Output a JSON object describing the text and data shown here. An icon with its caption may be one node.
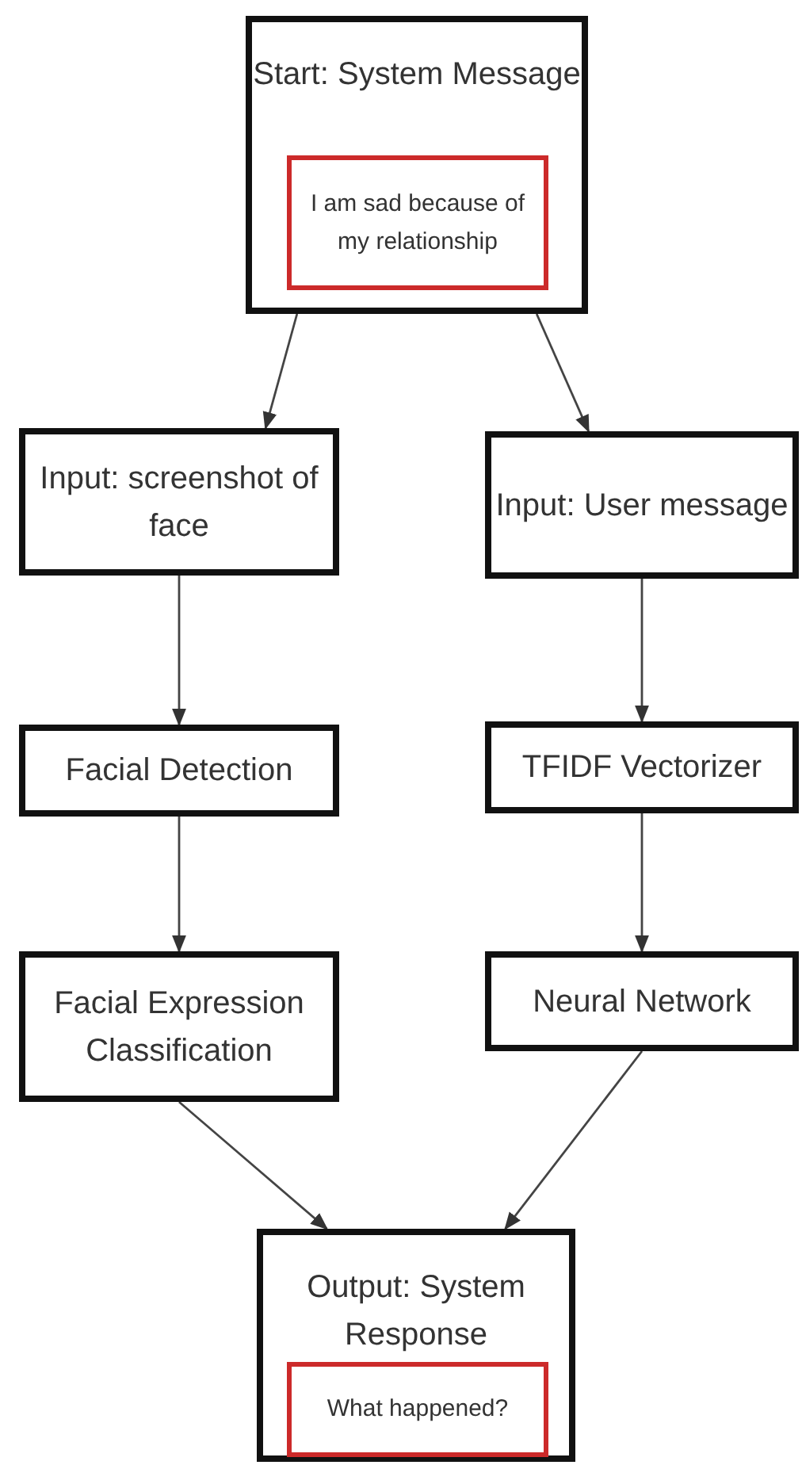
{
  "diagram": {
    "nodes": [
      {
        "text": [
          "Start: System Message"
        ]
      },
      {
        "text": [
          "I am sad because of my relationship"
        ],
        "in": 0
      },
      {
        "text": [
          "Input: screenshot of face"
        ]
      },
      {
        "text": [
          "Input: User message"
        ]
      },
      {
        "text": [
          "Facial Detection"
        ]
      },
      {
        "text": [
          "TFIDF Vectorizer"
        ]
      },
      {
        "text": [
          "Facial Expression Classification"
        ]
      },
      {
        "text": [
          "Neural Network"
        ]
      },
      {
        "text": [
          "Output: System Response"
        ]
      },
      {
        "text": [
          "What happened?"
        ],
        "in": 8
      }
    ],
    "edges": [
      {
        "from": 0,
        "to": 2,
        "arrow": "to"
      },
      {
        "from": 0,
        "to": 3,
        "arrow": "to"
      },
      {
        "from": 2,
        "to": 4,
        "arrow": "to"
      },
      {
        "from": 3,
        "to": 5,
        "arrow": "to"
      },
      {
        "from": 4,
        "to": 6,
        "arrow": "to"
      },
      {
        "from": 5,
        "to": 7,
        "arrow": "to"
      },
      {
        "from": 6,
        "to": 8,
        "arrow": "to"
      },
      {
        "from": 7,
        "to": 8,
        "arrow": "to"
      }
    ]
  }
}
